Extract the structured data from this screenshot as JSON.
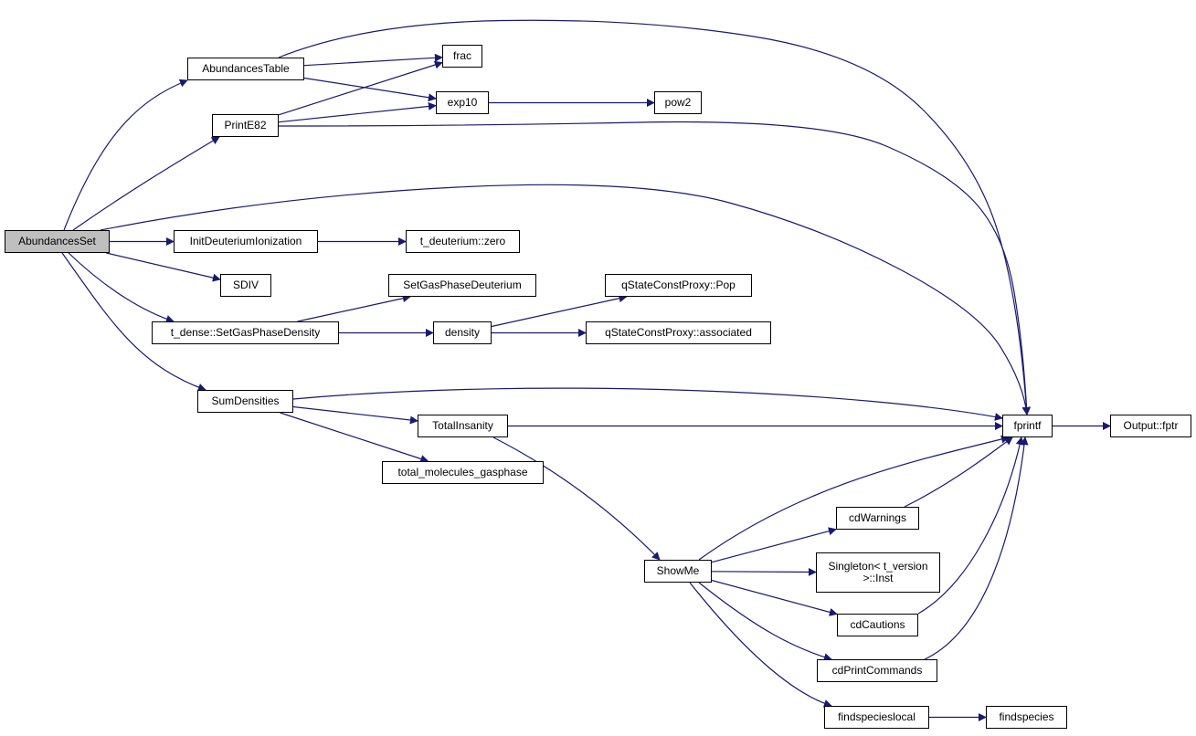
{
  "graph": {
    "edge_color": "#191970",
    "root_fill": "#bfbfbf",
    "node_fill": "#ffffff",
    "nodes": [
      {
        "id": "AbundancesSet",
        "label": "AbundancesSet",
        "root": true
      },
      {
        "id": "AbundancesTable",
        "label": "AbundancesTable"
      },
      {
        "id": "PrintE82",
        "label": "PrintE82"
      },
      {
        "id": "frac",
        "label": "frac"
      },
      {
        "id": "exp10",
        "label": "exp10"
      },
      {
        "id": "pow2",
        "label": "pow2"
      },
      {
        "id": "InitDeuteriumIonization",
        "label": "InitDeuteriumIonization"
      },
      {
        "id": "t_deuterium_zero",
        "label": "t_deuterium::zero"
      },
      {
        "id": "SDIV",
        "label": "SDIV"
      },
      {
        "id": "SetGasPhaseDeuterium",
        "label": "SetGasPhaseDeuterium"
      },
      {
        "id": "t_dense_SetGasPhaseDensity",
        "label": "t_dense::SetGasPhaseDensity"
      },
      {
        "id": "density",
        "label": "density"
      },
      {
        "id": "qStateConstProxy_Pop",
        "label": "qStateConstProxy::Pop"
      },
      {
        "id": "qStateConstProxy_associated",
        "label": "qStateConstProxy::associated"
      },
      {
        "id": "SumDensities",
        "label": "SumDensities"
      },
      {
        "id": "TotalInsanity",
        "label": "TotalInsanity"
      },
      {
        "id": "total_molecules_gasphase",
        "label": "total_molecules_gasphase"
      },
      {
        "id": "fprintf",
        "label": "fprintf"
      },
      {
        "id": "Output_fptr",
        "label": "Output::fptr"
      },
      {
        "id": "ShowMe",
        "label": "ShowMe"
      },
      {
        "id": "cdWarnings",
        "label": "cdWarnings"
      },
      {
        "id": "Singleton_Inst",
        "label": "Singleton< t_version\n>::Inst"
      },
      {
        "id": "cdCautions",
        "label": "cdCautions"
      },
      {
        "id": "cdPrintCommands",
        "label": "cdPrintCommands"
      },
      {
        "id": "findspecieslocal",
        "label": "findspecieslocal"
      },
      {
        "id": "findspecies",
        "label": "findspecies"
      }
    ],
    "edges": [
      {
        "from": "AbundancesSet",
        "to": "AbundancesTable"
      },
      {
        "from": "AbundancesSet",
        "to": "PrintE82"
      },
      {
        "from": "AbundancesSet",
        "to": "fprintf"
      },
      {
        "from": "AbundancesSet",
        "to": "InitDeuteriumIonization"
      },
      {
        "from": "AbundancesSet",
        "to": "SDIV"
      },
      {
        "from": "AbundancesSet",
        "to": "t_dense_SetGasPhaseDensity"
      },
      {
        "from": "AbundancesSet",
        "to": "SumDensities"
      },
      {
        "from": "AbundancesTable",
        "to": "frac"
      },
      {
        "from": "AbundancesTable",
        "to": "exp10"
      },
      {
        "from": "AbundancesTable",
        "to": "fprintf"
      },
      {
        "from": "PrintE82",
        "to": "frac"
      },
      {
        "from": "PrintE82",
        "to": "exp10"
      },
      {
        "from": "PrintE82",
        "to": "fprintf"
      },
      {
        "from": "exp10",
        "to": "pow2"
      },
      {
        "from": "InitDeuteriumIonization",
        "to": "t_deuterium_zero"
      },
      {
        "from": "t_dense_SetGasPhaseDensity",
        "to": "SetGasPhaseDeuterium"
      },
      {
        "from": "t_dense_SetGasPhaseDensity",
        "to": "density"
      },
      {
        "from": "density",
        "to": "qStateConstProxy_Pop"
      },
      {
        "from": "density",
        "to": "qStateConstProxy_associated"
      },
      {
        "from": "SumDensities",
        "to": "fprintf"
      },
      {
        "from": "SumDensities",
        "to": "TotalInsanity"
      },
      {
        "from": "SumDensities",
        "to": "total_molecules_gasphase"
      },
      {
        "from": "TotalInsanity",
        "to": "fprintf"
      },
      {
        "from": "TotalInsanity",
        "to": "ShowMe"
      },
      {
        "from": "fprintf",
        "to": "Output_fptr"
      },
      {
        "from": "ShowMe",
        "to": "fprintf"
      },
      {
        "from": "ShowMe",
        "to": "cdWarnings"
      },
      {
        "from": "ShowMe",
        "to": "Singleton_Inst"
      },
      {
        "from": "ShowMe",
        "to": "cdCautions"
      },
      {
        "from": "ShowMe",
        "to": "cdPrintCommands"
      },
      {
        "from": "ShowMe",
        "to": "findspecieslocal"
      },
      {
        "from": "cdWarnings",
        "to": "fprintf"
      },
      {
        "from": "cdCautions",
        "to": "fprintf"
      },
      {
        "from": "cdPrintCommands",
        "to": "fprintf"
      },
      {
        "from": "findspecieslocal",
        "to": "findspecies"
      }
    ]
  }
}
